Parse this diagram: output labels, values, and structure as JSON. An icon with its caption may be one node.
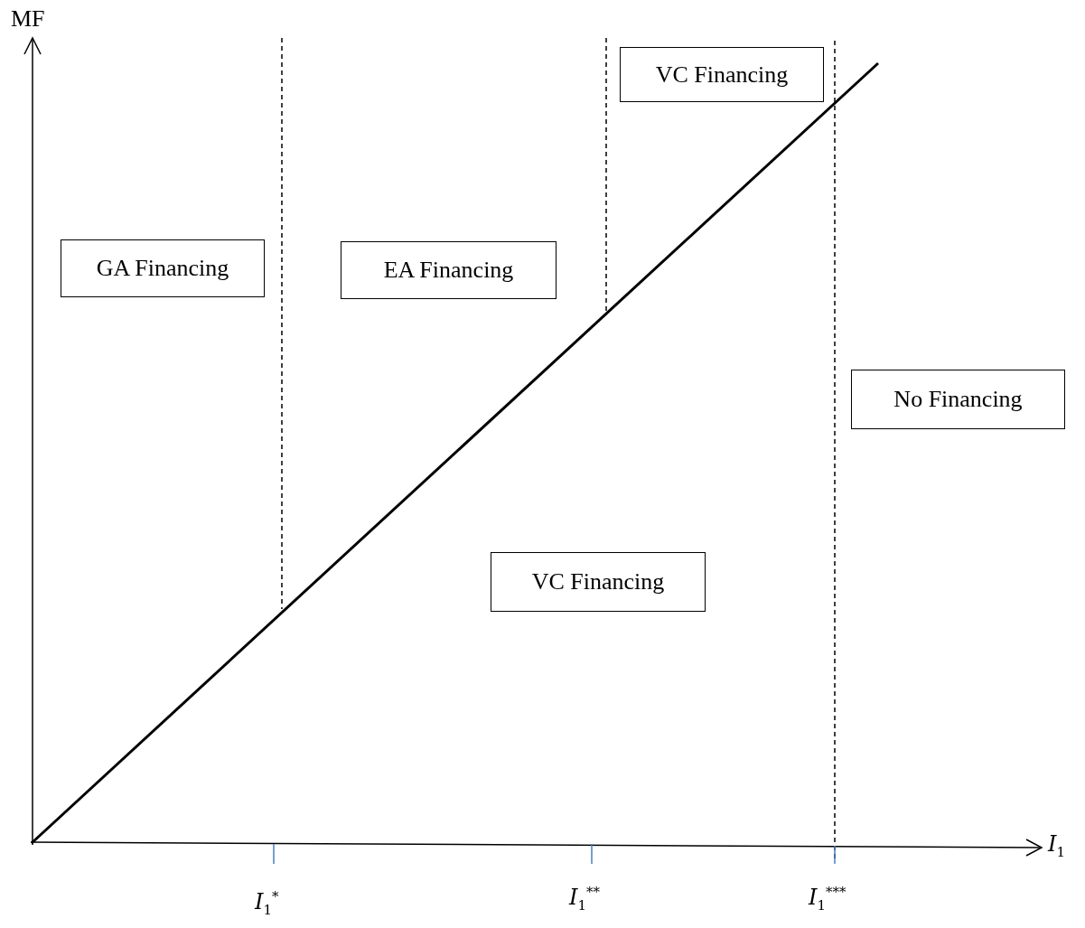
{
  "diagram": {
    "nodes": [
      {
        "text": [
          "VC Financing"
        ]
      },
      {
        "text": [
          "GA Financing"
        ]
      },
      {
        "text": [
          "EA Financing"
        ]
      },
      {
        "text": [
          "No Financing"
        ]
      },
      {
        "text": [
          "VC Financing"
        ]
      }
    ],
    "labels": [
      "MF",
      "I$_{1}$",
      "I$_{1}$$^{*}$",
      "I$_{1}$$^{**}$",
      "I$_{1}$$^{***}$"
    ]
  }
}
